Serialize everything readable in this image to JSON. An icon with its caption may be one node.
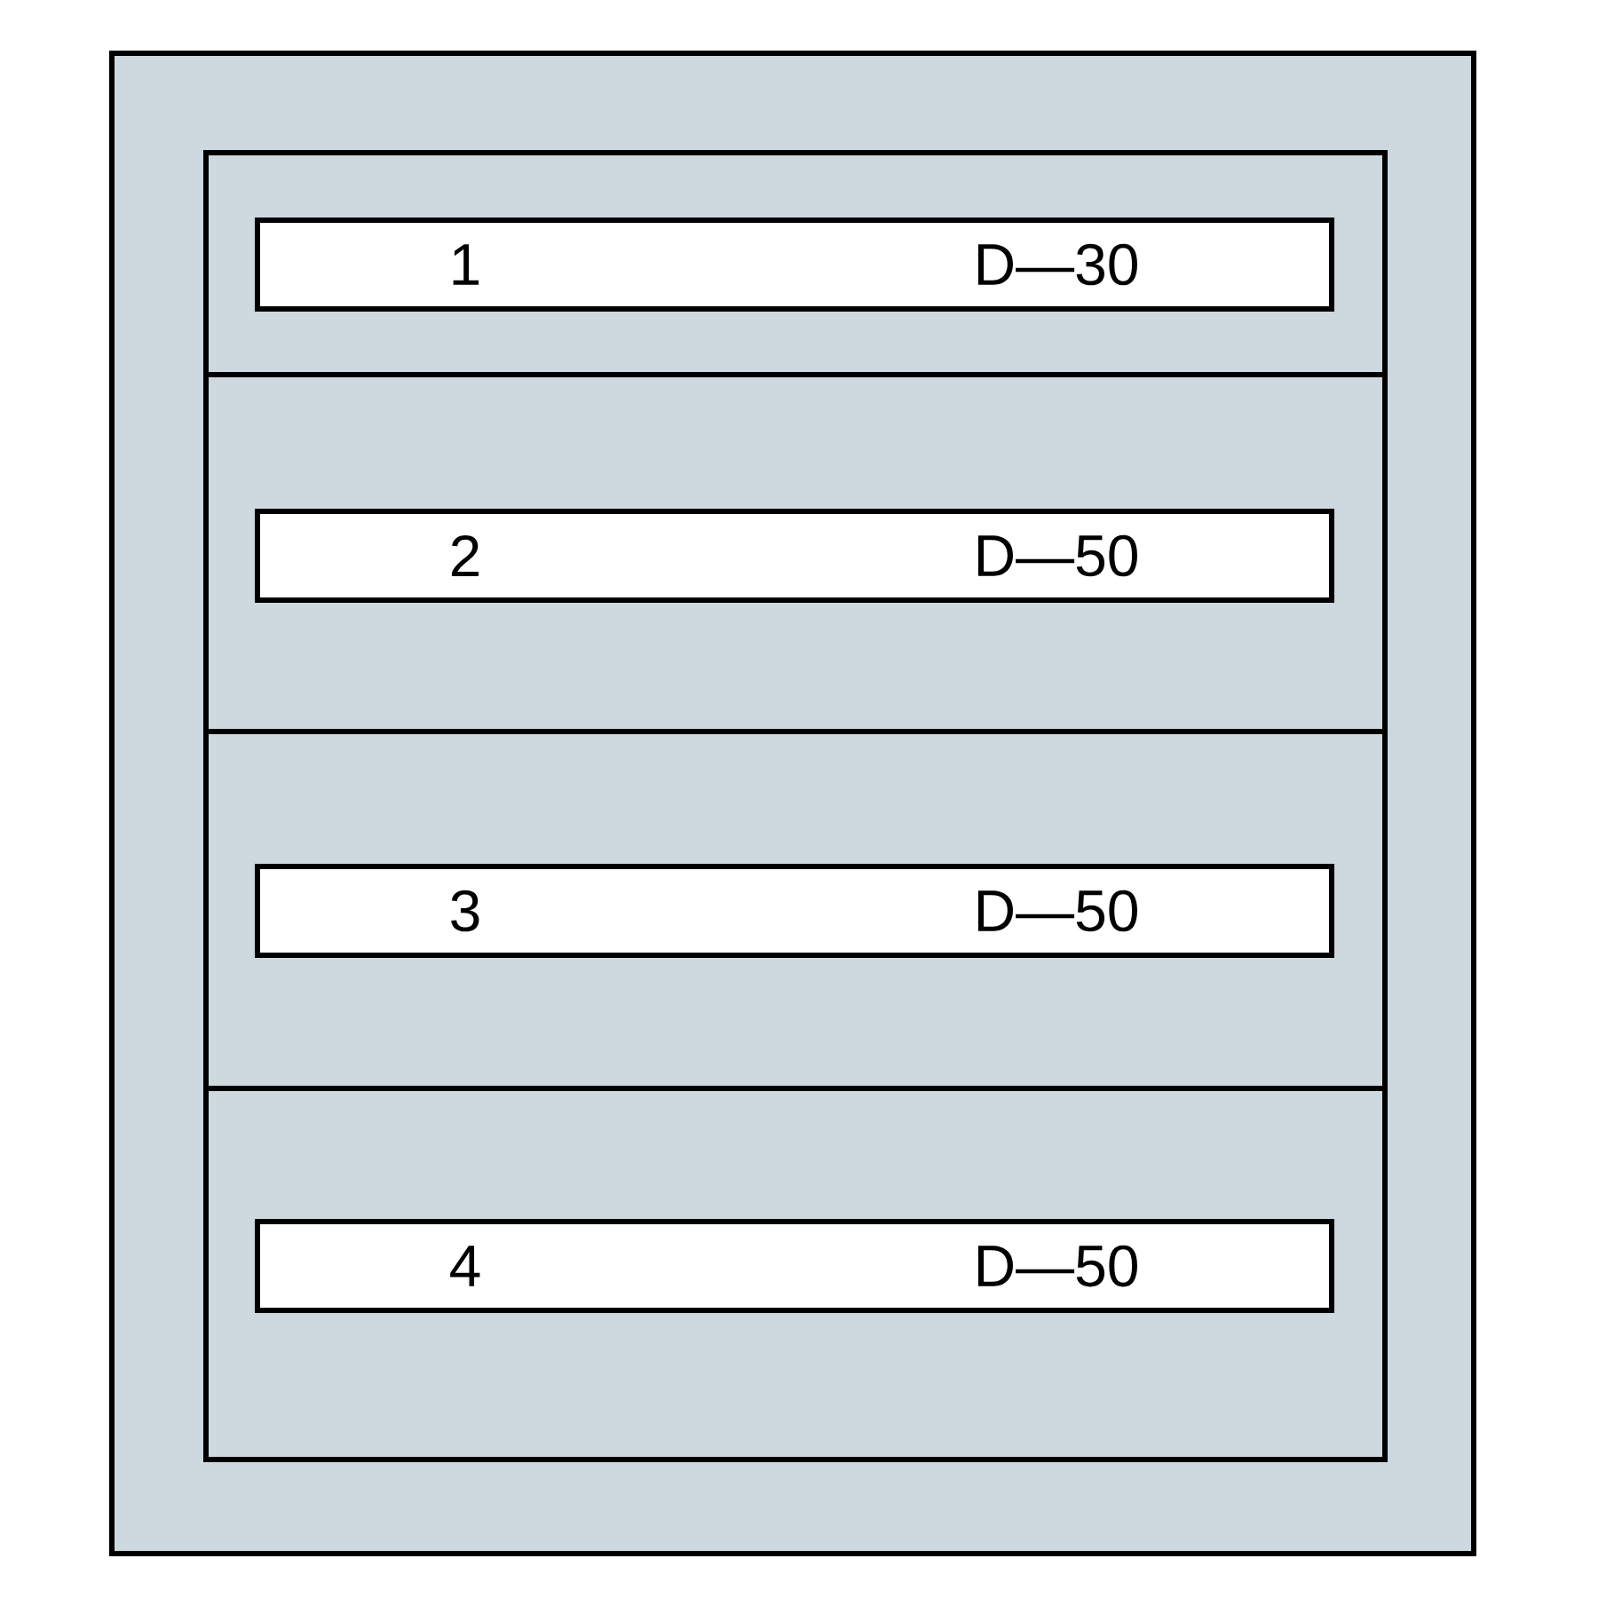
{
  "diagram": {
    "nodes": [
      {
        "text": [],
        "shape": "box"
      },
      {
        "text": [],
        "shape": "box",
        "in": 0
      },
      {
        "text": [],
        "shape": "box",
        "in": 0
      },
      {
        "text": [],
        "shape": "box",
        "in": 0
      },
      {
        "text": [],
        "shape": "box",
        "in": 0
      },
      {
        "text": [
          "1",
          "D—30"
        ],
        "in": 1
      },
      {
        "text": [
          "2",
          "D—50"
        ],
        "in": 2
      },
      {
        "text": [
          "3",
          "D—50"
        ],
        "in": 3
      },
      {
        "text": [
          "4",
          "D—50"
        ],
        "in": 4
      }
    ]
  }
}
